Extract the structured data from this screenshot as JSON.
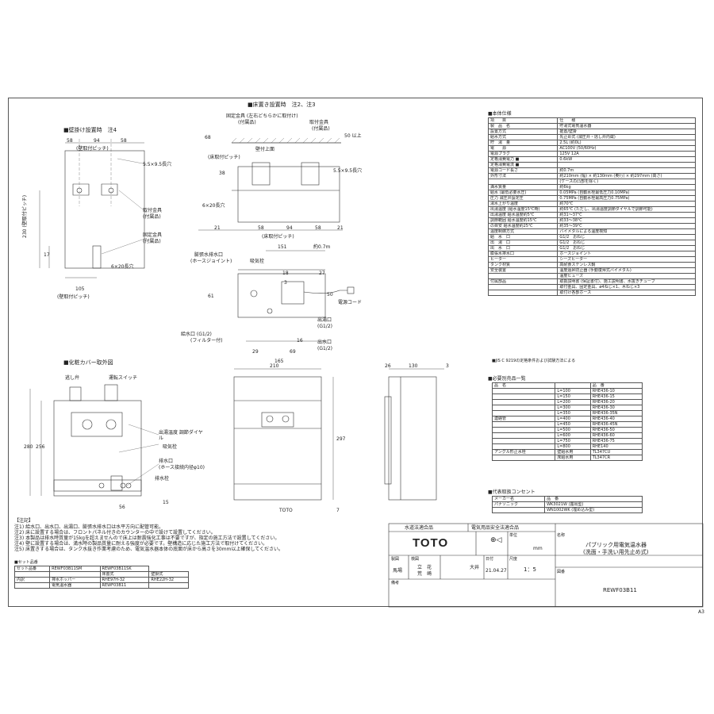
{
  "sections": {
    "wall": "■壁掛け設置時　注4",
    "floor": "■床置き設置時　注2、注3",
    "cover": "■化粧カバー取外図",
    "spec": "■本体仕様",
    "parts": "■必要別売品一覧",
    "agency": "■代表取扱コンセント",
    "notes": "【注記】",
    "set": "■セット品番"
  },
  "wall_view": {
    "dims_top": [
      "58",
      "94",
      "58"
    ],
    "pitch_top": "(壁取付ピッチ)",
    "hole_label": "5.5×9.5長穴",
    "bracket_label": "取付金具",
    "bracket_sub": "(付属品)",
    "fix_label": "固定金具",
    "fix_sub": "(付属品)",
    "vertical_pitch": "230 (壁取付ピッチ)",
    "dim_17": "17",
    "slot_label": "6×20長穴",
    "dim_bottom": "105",
    "pitch_bottom": "(壁取付ピッチ)"
  },
  "floor_view": {
    "fix_hw": "固定金具 (左右どちらかに取付け)",
    "fix_hw_sub": "(付属品)",
    "mount_hw": "取付金具",
    "mount_hw_sub": "(付属品)",
    "top_label": "壁付上面",
    "dim_68": "68",
    "dim_50": "50 以上",
    "dim_38": "38",
    "floor_pitch_v": "(床取付ピッチ)",
    "hole_label": "5.5×9.5長穴",
    "slot_label": "6×20長穴",
    "dims_bottom": [
      "21",
      "58",
      "94",
      "58",
      "21"
    ],
    "floor_pitch": "(床取付ピッチ)",
    "dim_151": "151",
    "dim_cord": "約0.7m",
    "expansion": "膨張水排水口",
    "hose_joint": "(ホースジョイント)",
    "intake": "吸気栓",
    "dim_18": "18",
    "dim_27": "27",
    "dim_61": "61",
    "dim_3": "3",
    "dim_50b": "50",
    "cord": "電源コード",
    "supply": "給水口 (G1/2)",
    "filter": "(フィルター付)",
    "hot_out": "出湯口",
    "hot_out_sub": "(G1/2)",
    "water_out": "出水口",
    "water_out_sub": "(G1/2)",
    "dim_29": "29",
    "dim_69": "69",
    "dim_16": "16",
    "dim_165": "165"
  },
  "cover_view": {
    "relief": "逃し弁",
    "switch": "運転スイッチ",
    "dial": "出湯温度 調節ダイヤル",
    "intake": "吸気栓",
    "drain": "排水口",
    "drain_sub": "(ホース接続内径φ10)",
    "drain_plug": "排水栓",
    "dim_280": "280",
    "dim_256": "256",
    "dim_56": "56",
    "dim_15": "15"
  },
  "front_view": {
    "dim_210": "210",
    "dim_297": "297",
    "brand": "TOTO",
    "dim_7": "7"
  },
  "side_view": {
    "dim_26": "26",
    "dim_130": "130",
    "dim_3": "3"
  },
  "spec_rows": [
    [
      "項　　目",
      "仕　　様"
    ],
    [
      "製　品　名",
      "貯湯式電気温水器"
    ],
    [
      "設置方式",
      "据置/壁掛"
    ],
    [
      "給水方式",
      "先止め式 (減圧弁・逃し弁内蔵)"
    ],
    [
      "貯　湯　量",
      "2.5L (約0L)"
    ],
    [
      "電　　源",
      "AC100V (50/60Hz)"
    ],
    [
      "電源プラグ",
      "125V 12A"
    ],
    [
      "定格消費電力 ■",
      "0.6kW"
    ],
    [
      "定格消費電流 ■",
      ""
    ],
    [
      "電源コード長さ",
      "約0.7m"
    ],
    [
      "外形寸法",
      "約210mm (幅) × 約130mm (奥行) × 約297mm (高さ)"
    ],
    [
      "",
      "(ケースの凸部を除く)"
    ],
    [
      "満水質量",
      "約6kg"
    ],
    [
      "給水 (最低必要水圧)",
      "0.05MPa (自動水栓最低圧力0.10MPa)"
    ],
    [
      "圧力 減圧弁設定圧",
      "0.75MPa (自動水栓最高圧力0.75MPa)"
    ],
    [
      "湯水上がり温度",
      "約70℃"
    ],
    [
      "出湯温度 (給水温度15℃時)",
      "約65℃ (ただし、出湯温度調節ダイヤルで調節可能)"
    ],
    [
      "出湯温度 給水温度約5℃",
      "約31〜37℃"
    ],
    [
      "調節範囲 給水温度約15℃",
      "約33〜38℃"
    ],
    [
      "の目安 給水温度約25℃",
      "約35〜39℃"
    ],
    [
      "温度制御方式",
      "バイメタルによる温度検知"
    ],
    [
      "給　水　口",
      "G1/2　おねじ"
    ],
    [
      "出　湯　口",
      "G1/2　おねじ"
    ],
    [
      "出　水　口",
      "G1/2　おねじ"
    ],
    [
      "膨張水排水口",
      "ホースジョイント"
    ],
    [
      "ヒーター",
      "シーズヒーター"
    ],
    [
      "タンク材質",
      "高耐食ステンレス鋼"
    ],
    [
      "安全装置",
      "温度過昇防止器 (手動復帰式バイメタル)"
    ],
    [
      "",
      "温度ヒューズ"
    ],
    [
      "付属部品",
      "取扱説明書 (保証書付)、施工説明書、水抜きチューブ"
    ],
    [
      "",
      "取付金具、固定金具、ø4ねじ×1、木ねじ×3"
    ],
    [
      "",
      "取付け各部ホース"
    ]
  ],
  "spec_note": "■JIS C 9219の定格条件および試験方法による",
  "parts_header": [
    "品　名",
    "",
    "品　番"
  ],
  "parts_rows": [
    [
      "",
      "L=100",
      "RHE436-10"
    ],
    [
      "",
      "L=150",
      "RHE436-15"
    ],
    [
      "",
      "L=200",
      "RHE436-20"
    ],
    [
      "",
      "L=300",
      "RHE436-30"
    ],
    [
      "",
      "L=350",
      "RHE436-35N"
    ],
    [
      "連絡管",
      "L=400",
      "RHE436-40"
    ],
    [
      "",
      "L=450",
      "RHE436-45N"
    ],
    [
      "",
      "L=500",
      "RHE436-50"
    ],
    [
      "",
      "L=600",
      "RHE436-60"
    ],
    [
      "",
      "L=750",
      "RHE436-75"
    ],
    [
      "",
      "L=800",
      "RHE140"
    ],
    [
      "アングル形止水栓",
      "壁給水用",
      "TL347CU"
    ],
    [
      "",
      "床給水用",
      "TL347CR"
    ]
  ],
  "agency_header": [
    "メーカー名",
    "品　番"
  ],
  "agency_rows": [
    [
      "パナソニック",
      "WK3021W (露出型)"
    ],
    [
      "",
      "WN1002WK (埋め込み型)"
    ]
  ],
  "notes": [
    "注1) 給水口、出水口、出湯口、膨張水排水口は水平方向に配管可能。",
    "注2) 床に設置する場合は、フロントパネル付きのカウンターの中で設けて設置してください。",
    "注3) 本製品は排水時質量が15kgを超えませんので床上は耐震強化工事は不要ですが、指定の施工方法で設置してください。",
    "注4) 壁に設置する場合は、満水時の製品質量に耐える強度が必要です。壁構造に応じた施工方法で取付けてください。",
    "注5) 床置きする場合は、タンク水抜き作業考慮のため、電気温水器本体の底面が床から高さを30mm以上確保してください。"
  ],
  "set_header": [
    "セット品番",
    "REWF03B11SM",
    "REWF03B11SK"
  ],
  "set_rows": [
    [
      "",
      "",
      "床置式",
      "壁掛式"
    ],
    [
      "内訳",
      "排水ホッパー",
      "RHE97H-32",
      "RHE22H-32"
    ],
    [
      "",
      "電気温水器",
      "REWF03B11",
      ""
    ]
  ],
  "title_block": {
    "cert1": "水道法適合品",
    "cert2": "電気用品安全法適合品",
    "logo": "TOTO",
    "unit_label": "単位",
    "unit": "mm",
    "scale_label": "尺度",
    "scale": "1：5",
    "name_label": "名称",
    "name1": "パブリック用電気温水器",
    "name2": "(洗面・手洗い用先止め式)",
    "drafter_label": "製図",
    "checker_label": "検図",
    "date_label": "日付",
    "drafter": "馬場",
    "checker1": "立　花",
    "checker2": "荒　崎",
    "approver": "大井",
    "date": "21.04.27",
    "remarks_label": "備考",
    "drawing_label": "図番",
    "drawing_no": "REWF03B11",
    "sheet": "A3"
  }
}
